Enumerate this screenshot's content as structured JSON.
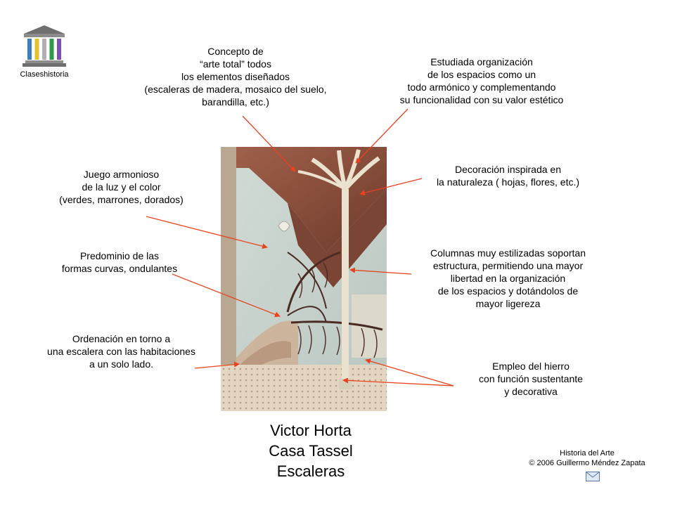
{
  "logo": {
    "label": "Claseshistoria",
    "icon": "temple-icon",
    "column_colors": [
      "#3a7fc4",
      "#e6c229",
      "#b0b0b0",
      "#2e9a4c",
      "#7e4fb0"
    ]
  },
  "annotations": {
    "concepto": "Concepto de\n“arte total” todos\nlos elementos diseñados\n(escaleras de madera, mosaico del suelo,\nbarandilla, etc.)",
    "organizacion": "Estudiada organización\nde los espacios como un\ntodo armónico y complementando\nsu funcionalidad con su valor estético",
    "juego": "Juego armonioso\nde la luz y el color\n(verdes, marrones, dorados)",
    "decoracion": "Decoración inspirada en\nla naturaleza ( hojas, flores, etc.)",
    "predominio": "Predominio de las\nformas curvas, ondulantes",
    "columnas": "Columnas muy estilizadas soportan\nestructura, permitiendo una mayor\nlibertad en la organización\nde los espacios y dotándolos de\nmayor ligereza",
    "ordenacion": "Ordenación en torno a\nuna escalera con las habitaciones\na un solo lado.",
    "hierro": "Empleo del hierro\ncon función sustentante\ny decorativa"
  },
  "caption": "Victor Horta\nCasa Tassel\nEscaleras",
  "footer": "Historia del Arte\n© 2006 Guillermo Méndez Zapata",
  "colors": {
    "arrow": "#e8431f",
    "wall": "#c7d2cc",
    "wood": "#8a4f3a",
    "stone": "#d9c9b4",
    "iron": "#4a2a22",
    "column": "#eae2cf"
  },
  "mail_icon": "envelope-icon"
}
